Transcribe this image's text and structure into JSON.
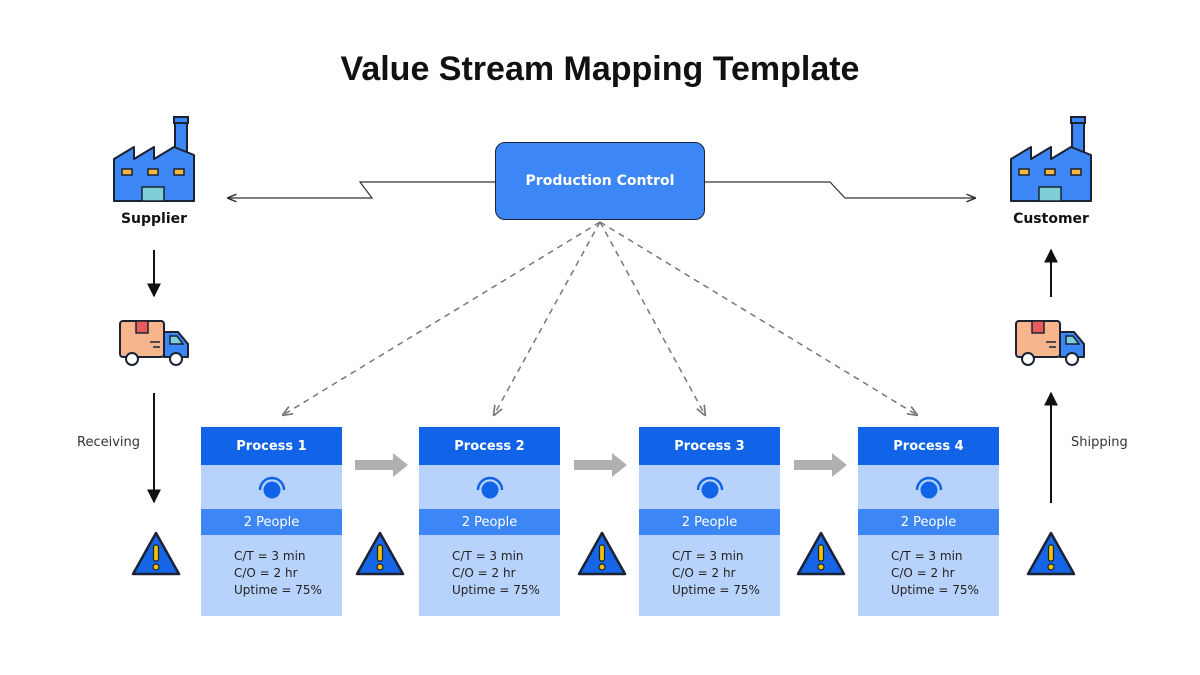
{
  "title": "Value Stream Mapping Template",
  "production_control": "Production Control",
  "supplier": {
    "label": "Supplier",
    "icon": "factory-icon"
  },
  "customer": {
    "label": "Customer",
    "icon": "factory-icon"
  },
  "receiving_label": "Receiving",
  "shipping_label": "Shipping",
  "processes": [
    {
      "name": "Process 1",
      "people": "2 People",
      "ct": "C/T = 3 min",
      "co": "C/O = 2 hr",
      "uptime": "Uptime = 75%"
    },
    {
      "name": "Process 2",
      "people": "2 People",
      "ct": "C/T = 3 min",
      "co": "C/O = 2 hr",
      "uptime": "Uptime = 75%"
    },
    {
      "name": "Process 3",
      "people": "2 People",
      "ct": "C/T = 3 min",
      "co": "C/O = 2 hr",
      "uptime": "Uptime = 75%"
    },
    {
      "name": "Process 4",
      "people": "2 People",
      "ct": "C/T = 3 min",
      "co": "C/O = 2 hr",
      "uptime": "Uptime = 75%"
    }
  ],
  "colors": {
    "primary": "#1164e8",
    "accent": "#3d86f5",
    "light": "#b8d3fb",
    "arrow_gray": "#b0b0b0",
    "warning_fill": "#1565e6",
    "warning_mark": "#f2c200"
  }
}
